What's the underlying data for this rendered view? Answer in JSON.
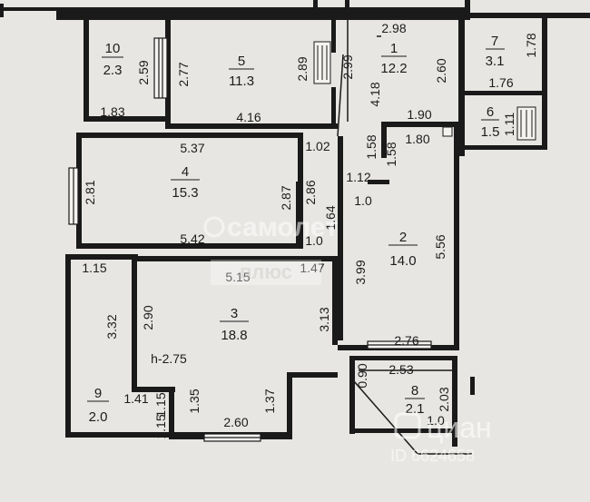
{
  "rooms": [
    {
      "num": "10",
      "area": "2.3"
    },
    {
      "num": "5",
      "area": "11.3"
    },
    {
      "num": "1",
      "area": "12.2"
    },
    {
      "num": "7",
      "area": "3.1"
    },
    {
      "num": "6",
      "area": "1.5"
    },
    {
      "num": "4",
      "area": "15.3"
    },
    {
      "num": "2",
      "area": "14.0"
    },
    {
      "num": "3",
      "area": "18.8"
    },
    {
      "num": "9",
      "area": "2.0"
    },
    {
      "num": "8",
      "area": "2.1"
    }
  ],
  "dimensions": [
    "2.59",
    "1.83",
    "2.77",
    "2.89",
    "4.16",
    "2.99",
    "2.98",
    "4.18",
    "2.60",
    "1.78",
    "1.76",
    "1.90",
    "1.11",
    "1.80",
    "1.58",
    "1.58",
    "5.37",
    "1.02",
    "2.81",
    "2.87",
    "2.86",
    "1.64",
    "1.12",
    "1.0",
    "5.42",
    "1.0",
    "3.99",
    "5.56",
    "1.15",
    "5.15",
    "1.47",
    "3.32",
    "2.90",
    "3.13",
    "2.76",
    "2.53",
    "0.90",
    "2.03",
    "1.41",
    "1.15",
    "1.35",
    "1.37",
    "1.15",
    "2.60",
    "1.0"
  ],
  "ceiling_height": "h-2.75",
  "watermarks": {
    "brand": "самолет",
    "brand_sub": "плюс",
    "cian": "циан",
    "listing_id": "ID 6624658"
  }
}
